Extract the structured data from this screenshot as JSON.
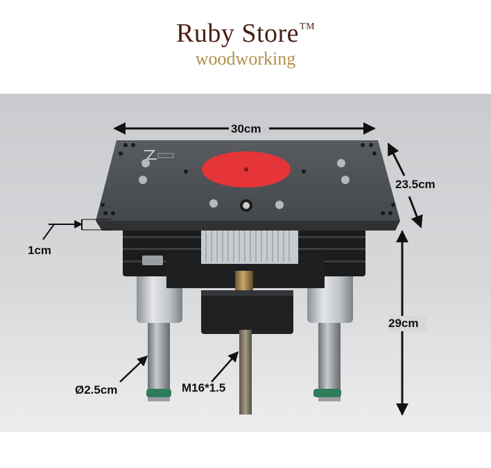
{
  "brand": {
    "name": "Ruby Store",
    "tm": "TM",
    "tagline": "woodworking"
  },
  "dimensions": {
    "width": "30cm",
    "depth": "23.5cm",
    "thickness": "1cm",
    "height": "29cm",
    "rod_diameter": "Ø2.5cm",
    "thread": "M16*1.5"
  },
  "colors": {
    "brand_text": "#4a1f14",
    "tagline_text": "#b0904a",
    "insert_ring": "#e53539",
    "plate": "#505356"
  }
}
